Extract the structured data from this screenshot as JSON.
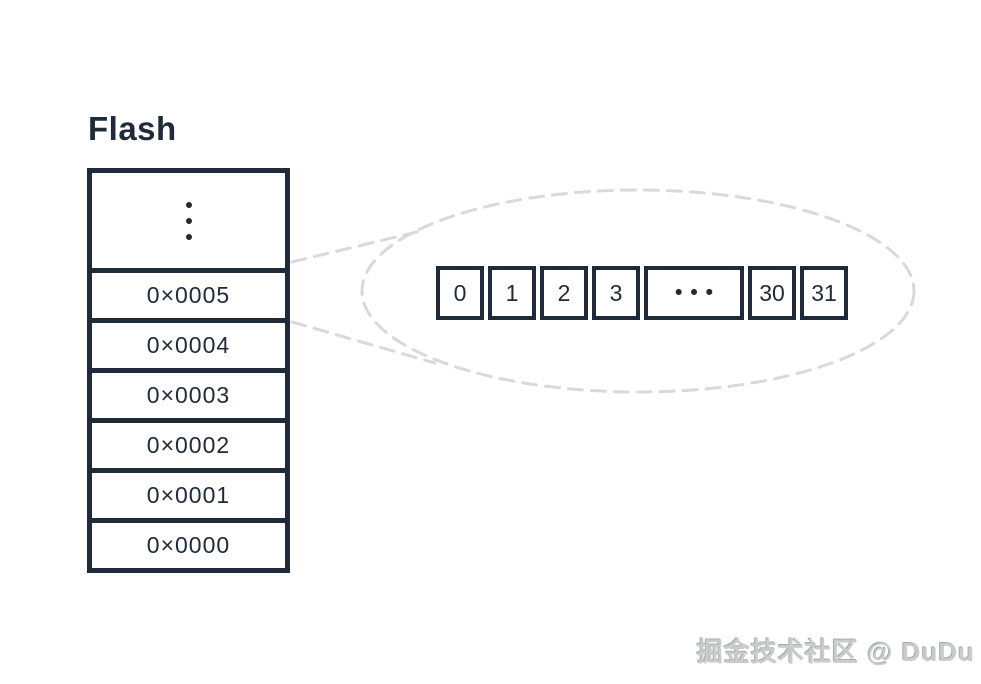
{
  "title": "Flash",
  "colors": {
    "ink": "#202b39",
    "dash": "#d9d9d9",
    "background": "#ffffff",
    "watermark": "#c9cccc"
  },
  "stack": {
    "ellipsis_icon": "vertical-dots",
    "cells": [
      "0×0005",
      "0×0004",
      "0×0003",
      "0×0002",
      "0×0001",
      "0×0000"
    ]
  },
  "word_row": {
    "cells": [
      "0",
      "1",
      "2",
      "3",
      "•••",
      "30",
      "31"
    ]
  },
  "watermark": "掘金技术社区 @ DuDu"
}
